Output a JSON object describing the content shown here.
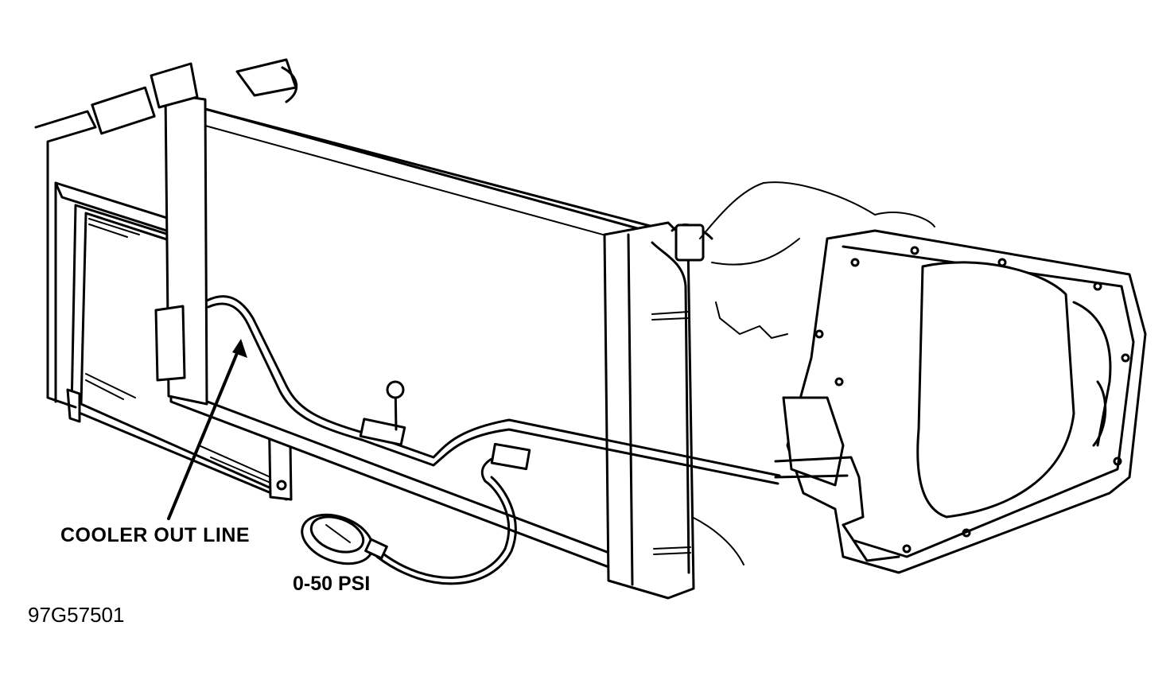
{
  "labels": {
    "cooler_out_line": "COOLER OUT LINE",
    "gauge_range": "0-50 PSI",
    "figure_id": "97G57501"
  },
  "colors": {
    "line": "#000000",
    "background": "#ffffff"
  },
  "components": [
    "condenser",
    "radiator",
    "transmission",
    "pressure-gauge",
    "cooler-out-line"
  ]
}
